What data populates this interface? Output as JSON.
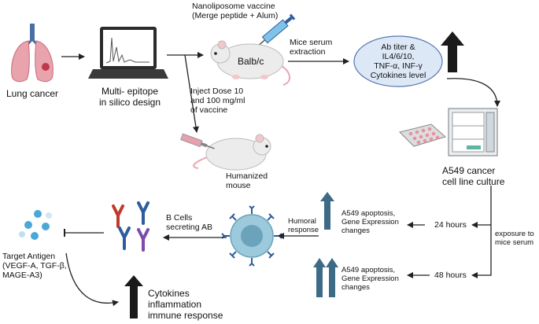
{
  "nodes": {
    "lung_cancer": "Lung cancer",
    "design": "Multi- epitope\nin silico design",
    "vaccine": "Nanoliposome vaccine\n(Merge peptide + Alum)",
    "mouse_label": "Balb/c",
    "inject": "Inject Dose 10\nand 100 mg/ml\nof vaccine",
    "humanized": "Humanized\nmouse",
    "serum": "Mice serum\nextraction",
    "ab_titer": "Ab titer &\nIL4/6/10,\nTNF-α, INF-γ\nCytokines level",
    "a549": "A549 cancer\ncell line culture",
    "exposure": "exposure to\nmice serum",
    "h24": "24 hours",
    "h48": "48 hours",
    "apop1": "A549 apoptosis,\nGene Expression\nchanges",
    "apop2": "A549 apoptosis,\nGene Expression\nchanges",
    "humoral": "Humoral\nresponse",
    "bcells": "B Cells\nsecreting AB",
    "target": "Target Antigen\n(VEGF-A, TGF-β,\nMAGE-A3)",
    "cytokines": "Cytokines\ninflammation\nimmune response"
  },
  "colors": {
    "lung": "#e8a3ad",
    "lung_dark": "#c0394b",
    "ellipse_fill": "#dde8f7",
    "ellipse_stroke": "#5577aa",
    "up_arrow": "#1a1a1a",
    "teal_arrow": "#3d6b85",
    "cell": "#9cc9dc",
    "antibody_red": "#c0392b",
    "antibody_blue": "#2e5c9e",
    "antibody_purple": "#7d4ca8",
    "antigen": "#4aa7d8"
  }
}
